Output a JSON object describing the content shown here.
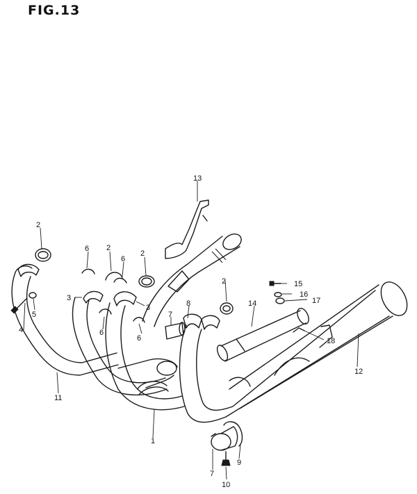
{
  "figure": {
    "title": "FIG.13"
  },
  "callouts": [
    {
      "id": "c2a",
      "text": "2"
    },
    {
      "id": "c2b",
      "text": "2"
    },
    {
      "id": "c2c",
      "text": "2"
    },
    {
      "id": "c2d",
      "text": "2"
    },
    {
      "id": "c3a",
      "text": "3"
    },
    {
      "id": "c3b",
      "text": "3"
    },
    {
      "id": "c4",
      "text": "4"
    },
    {
      "id": "c5",
      "text": "5"
    },
    {
      "id": "c6a",
      "text": "6"
    },
    {
      "id": "c6b",
      "text": "6"
    },
    {
      "id": "c6c",
      "text": "6"
    },
    {
      "id": "c6d",
      "text": "6"
    },
    {
      "id": "c7a",
      "text": "7"
    },
    {
      "id": "c7b",
      "text": "7"
    },
    {
      "id": "c8",
      "text": "8"
    },
    {
      "id": "c9",
      "text": "9"
    },
    {
      "id": "c10",
      "text": "10"
    },
    {
      "id": "c11",
      "text": "11"
    },
    {
      "id": "c1",
      "text": "1"
    },
    {
      "id": "c12",
      "text": "12"
    },
    {
      "id": "c13",
      "text": "13"
    },
    {
      "id": "c14",
      "text": "14"
    },
    {
      "id": "c15",
      "text": "15"
    },
    {
      "id": "c16",
      "text": "16"
    },
    {
      "id": "c17",
      "text": "17"
    },
    {
      "id": "c18",
      "text": "18"
    }
  ]
}
